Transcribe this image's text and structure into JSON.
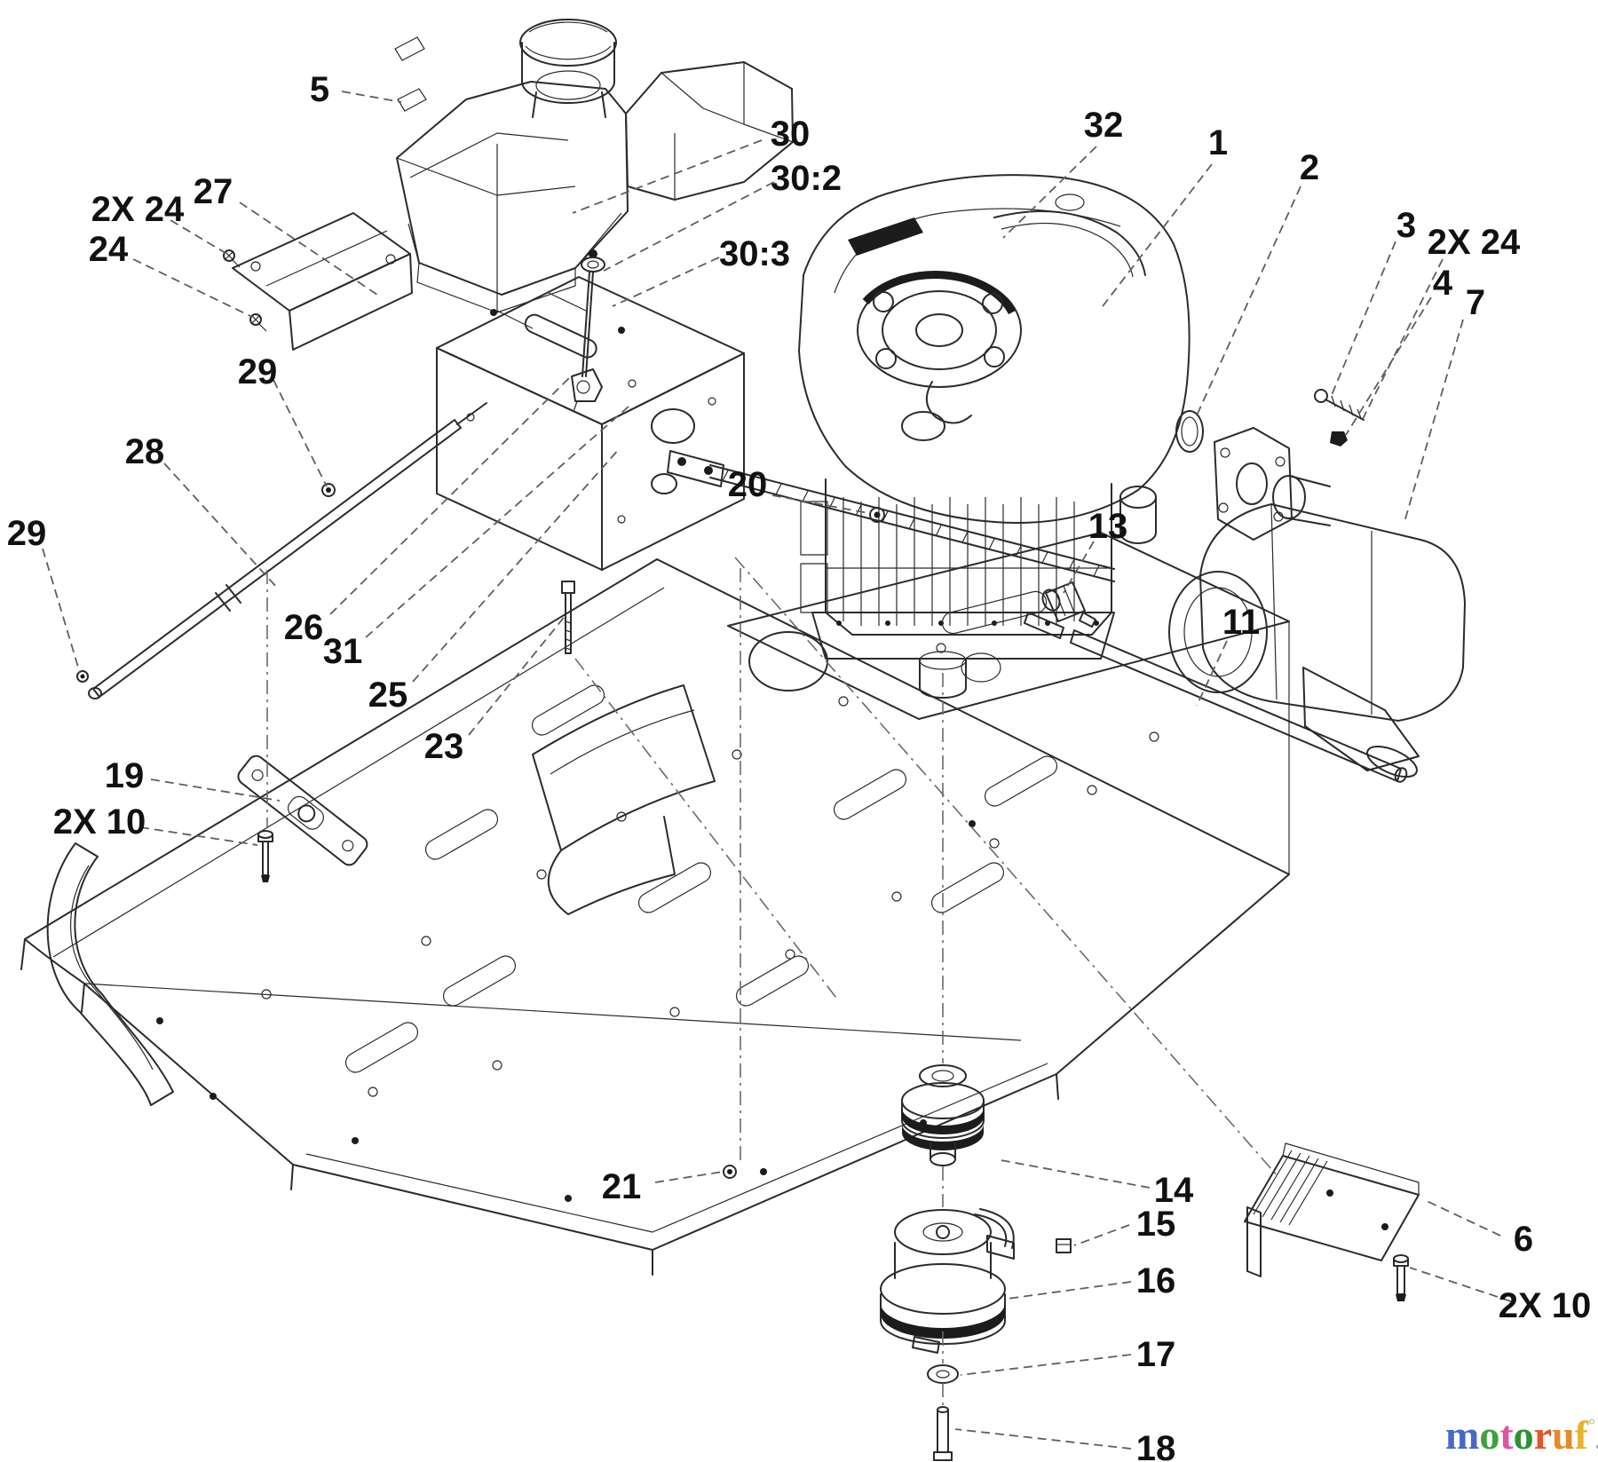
{
  "colors": {
    "background": "#ffffff",
    "line": "#2b2b2b",
    "leader": "#5f5f5f",
    "label": "#111111"
  },
  "callouts": [
    {
      "label": "5"
    },
    {
      "label": "30"
    },
    {
      "label": "30:2"
    },
    {
      "label": "30:3"
    },
    {
      "label": "32"
    },
    {
      "label": "1"
    },
    {
      "label": "2"
    },
    {
      "label": "3"
    },
    {
      "label": "2X 24"
    },
    {
      "label": "4"
    },
    {
      "label": "7"
    },
    {
      "label": "27"
    },
    {
      "label": "2X 24"
    },
    {
      "label": "24"
    },
    {
      "label": "29"
    },
    {
      "label": "28"
    },
    {
      "label": "29"
    },
    {
      "label": "26"
    },
    {
      "label": "31"
    },
    {
      "label": "25"
    },
    {
      "label": "23"
    },
    {
      "label": "20"
    },
    {
      "label": "13"
    },
    {
      "label": "11"
    },
    {
      "label": "19"
    },
    {
      "label": "2X 10"
    },
    {
      "label": "21"
    },
    {
      "label": "14"
    },
    {
      "label": "15"
    },
    {
      "label": "16"
    },
    {
      "label": "17"
    },
    {
      "label": "18"
    },
    {
      "label": "6"
    },
    {
      "label": "2X 10"
    }
  ],
  "watermark": {
    "letters": [
      {
        "ch": "m",
        "color": "#4668c6"
      },
      {
        "ch": "o",
        "color": "#3da23d"
      },
      {
        "ch": "t",
        "color": "#e0559f"
      },
      {
        "ch": "o",
        "color": "#2f9230"
      },
      {
        "ch": "r",
        "color": "#e2572b"
      },
      {
        "ch": "u",
        "color": "#e68a2e"
      },
      {
        "ch": "f",
        "color": "#e6b32e"
      }
    ],
    "mark": "°",
    "mark_color": "#bbbbbb",
    "suffix": ".de",
    "suffix_color": "#8d8d8d"
  }
}
